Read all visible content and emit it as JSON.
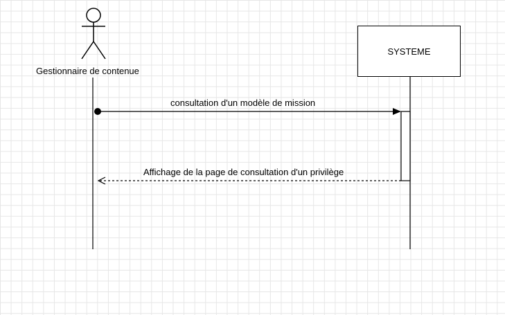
{
  "actor": {
    "label": "Gestionnaire de contenue",
    "icon": "stick-figure-icon"
  },
  "system": {
    "label": "SYSTEME"
  },
  "messages": [
    {
      "label": "consultation d'un modèle de mission",
      "type": "synchronous"
    },
    {
      "label": "Affichage de la page de consultation d'un privilège",
      "type": "return"
    }
  ],
  "colors": {
    "line": "#000000",
    "grid": "#e6e6e6",
    "background": "#ffffff"
  }
}
